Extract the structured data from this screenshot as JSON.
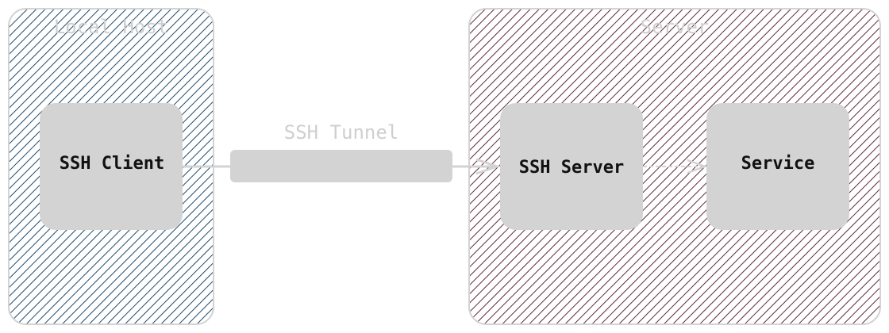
{
  "zones": {
    "local": {
      "title": "Local Host",
      "hatch_color": "#1f4a6b"
    },
    "server": {
      "title": "Server",
      "hatch_color": "#5e2a3c"
    }
  },
  "nodes": {
    "client": "SSH Client",
    "ssh_server": "SSH Server",
    "service": "Service"
  },
  "tunnel": {
    "label": "SSH Tunnel"
  },
  "colors": {
    "box": "#d3d3d3",
    "border": "#d3d3d3",
    "faint_text": "#cfcfcf",
    "text": "#111111"
  }
}
